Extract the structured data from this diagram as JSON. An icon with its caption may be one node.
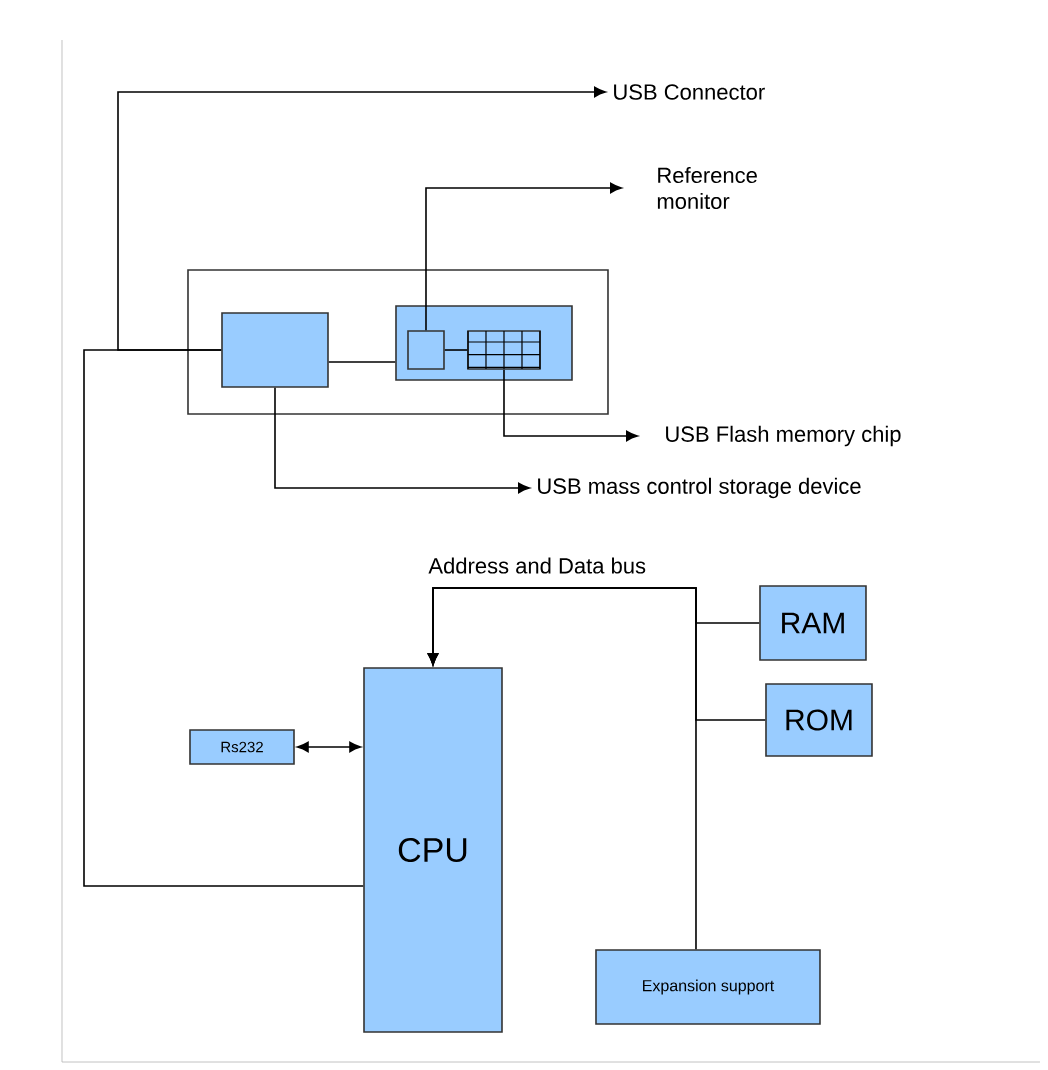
{
  "diagram": {
    "nodes": [
      {
        "text": [],
        "shape": "box"
      },
      {
        "text": [],
        "shape": "box",
        "in": 0
      },
      {
        "text": [],
        "shape": "box",
        "in": 0
      },
      {
        "text": [],
        "shape": "box",
        "in": 2
      },
      {
        "text": [],
        "shape": "grid",
        "in": 2
      },
      {
        "text": [
          "USB Connector"
        ]
      },
      {
        "text": [
          "Reference monitor"
        ]
      },
      {
        "text": [
          "USB Flash memory chip"
        ]
      },
      {
        "text": [
          "USB mass control storage device"
        ]
      },
      {
        "text": [
          "RAM"
        ]
      },
      {
        "text": [
          "ROM"
        ]
      },
      {
        "text": [
          "Rs232"
        ]
      },
      {
        "text": [
          "CPU"
        ]
      },
      {
        "text": [
          "Expansion support"
        ]
      }
    ],
    "edges": [
      {
        "from": 12,
        "to": 1,
        "arrow": "none"
      },
      {
        "from": 1,
        "to": 5,
        "arrow": "to"
      },
      {
        "from": 1,
        "to": 2,
        "arrow": "none"
      },
      {
        "from": 3,
        "to": 4,
        "arrow": "none"
      },
      {
        "from": 3,
        "to": 6,
        "arrow": "to"
      },
      {
        "from": 4,
        "to": 7,
        "arrow": "to"
      },
      {
        "from": 1,
        "to": 8,
        "arrow": "to"
      },
      {
        "from": 11,
        "to": 12,
        "arrow": "both"
      },
      {
        "from": 9,
        "to": 12,
        "arrow": "to"
      },
      {
        "from": 10,
        "to": 12,
        "arrow": "to"
      },
      {
        "from": 13,
        "to": 12,
        "arrow": "to"
      }
    ],
    "labels": [
      "Address and Data bus"
    ]
  }
}
